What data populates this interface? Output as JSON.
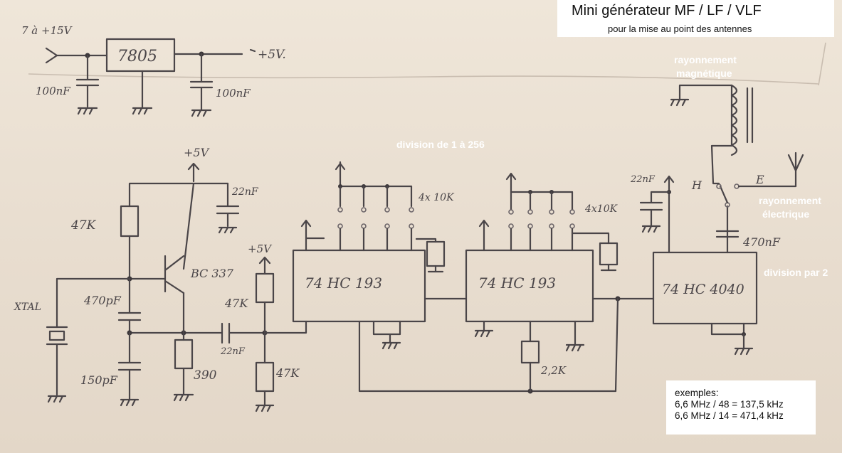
{
  "title": {
    "main": "Mini générateur MF / LF / VLF",
    "subtitle": "pour la mise au point des antennes"
  },
  "annotations": {
    "division_256": "division de 1 à 256",
    "magnetic_line1": "rayonnement",
    "magnetic_line2": "magnétique",
    "electric_line1": "rayonnement",
    "electric_line2": "électrique",
    "division_2": "division par 2"
  },
  "examples": {
    "heading": "exemples:",
    "lines": [
      "6,6 MHz / 48 = 137,5 kHz",
      "6,6 MHz / 14 = 471,4 kHz"
    ]
  },
  "handwritten": {
    "supply_in": "7 à +15V",
    "regulator": "7805",
    "supply_out": "+5V.",
    "cap_in": "100nF",
    "cap_out": "100nF",
    "vcc_osc": "+5V",
    "r47k_a": "47K",
    "transistor": "BC 337",
    "cap_22nf_a": "22nF",
    "cap_470pf": "470pF",
    "cap_150pf": "150pF",
    "xtal": "XTAL",
    "r390": "390",
    "cap_22nf_b": "22nF",
    "r47k_b": "47K",
    "r47k_c": "47K",
    "vcc_b": "+5V",
    "counter1": "74 HC 193",
    "counter2": "74 HC 193",
    "divider": "74 HC 4040",
    "res_4x10k_a": "4x 10K",
    "res_4x10k_b": "4x10K",
    "r22k": "2,2K",
    "cap_22nf_c": "22nF",
    "cap_470nf": "470nF",
    "switch_h": "H",
    "switch_e": "E"
  }
}
